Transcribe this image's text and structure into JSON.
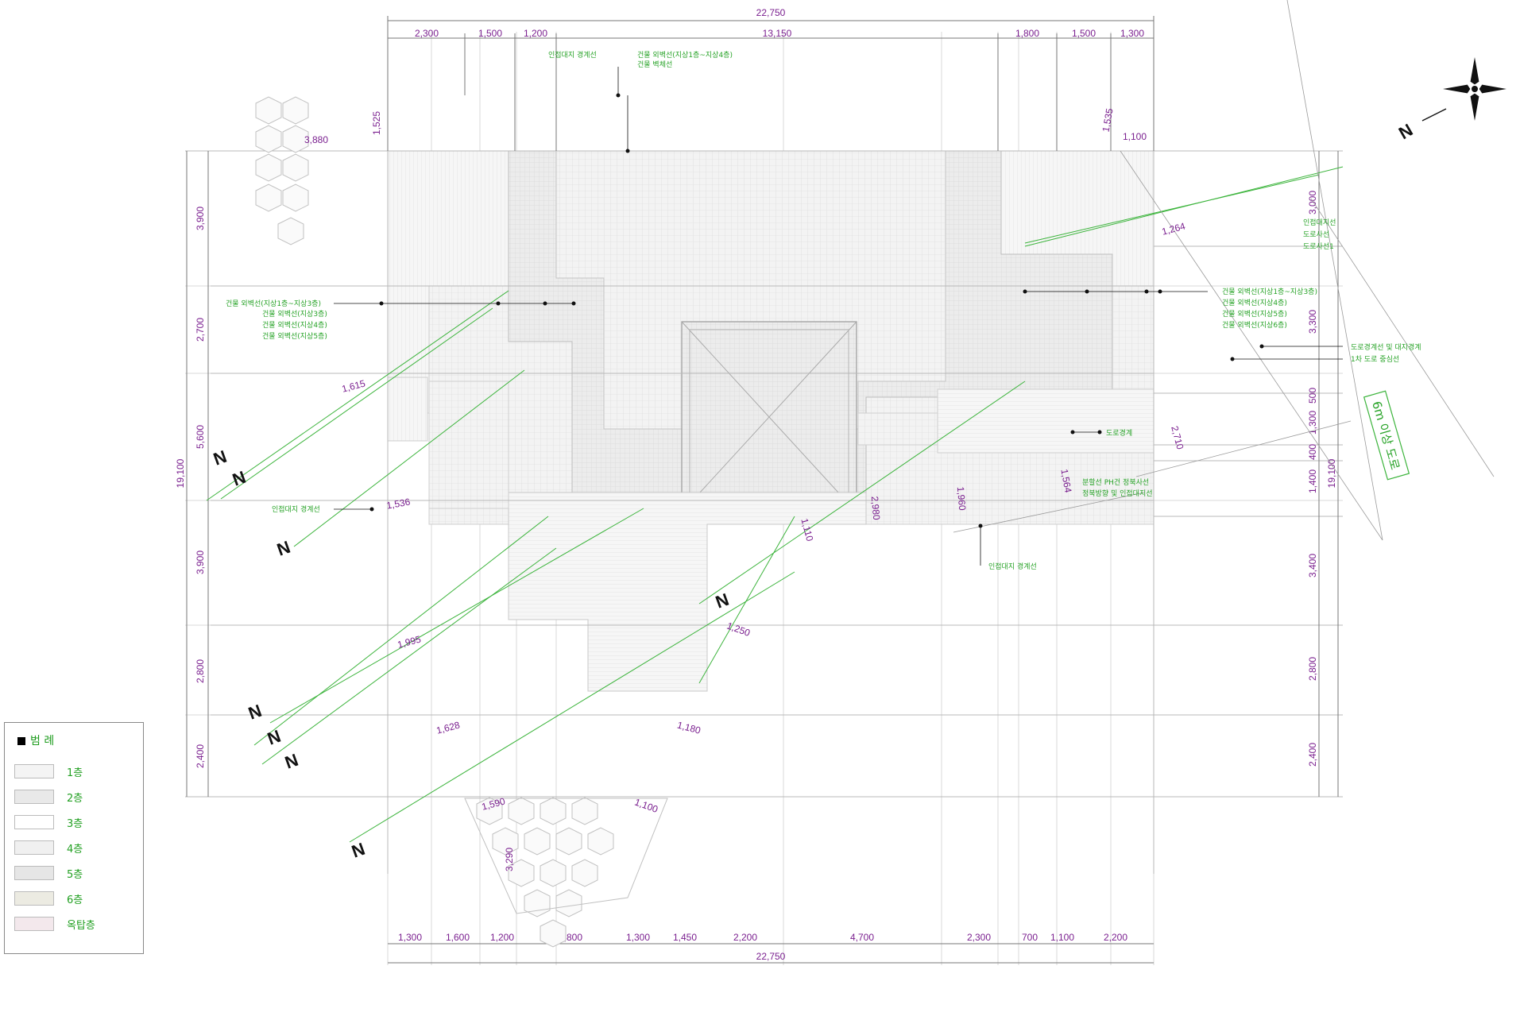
{
  "dimensions": {
    "top_total": "22,750",
    "top_segments": [
      "2,300",
      "1,500",
      "1,200",
      "13,150",
      "1,800",
      "1,500",
      "1,300"
    ],
    "bottom_total": "22,750",
    "bottom_segments": [
      "1,300",
      "1,600",
      "1,200",
      "2,800",
      "1,300",
      "1,450",
      "2,200",
      "4,700",
      "2,300",
      "700",
      "1,100",
      "2,200"
    ],
    "left_total": "19,100",
    "left_segments": [
      "3,900",
      "2,700",
      "5,600",
      "3,900",
      "2,800",
      "2,400"
    ],
    "right_total": "19,100",
    "right_segments": [
      "3,000",
      "3,300",
      "500",
      "1,300",
      "400",
      "1,400",
      "3,400",
      "2,800",
      "2,400"
    ],
    "misc": [
      "1,525",
      "3,880",
      "1,535",
      "1,100",
      "1,264",
      "1,615",
      "1,536",
      "1,995",
      "1,628",
      "1,590",
      "3,290",
      "1,100",
      "1,250",
      "1,180",
      "1,110",
      "2,980",
      "1,960",
      "2,710",
      "1,564"
    ]
  },
  "notes": {
    "top_center": "인접대지 경계선",
    "top_center_a": "건물 외벽선(지상1층~지상4층)",
    "top_center_b": "건물 벽체선",
    "left_group": [
      "건물 외벽선(지상1층~지상3층)",
      "건물 외벽선(지상3층)",
      "건물 외벽선(지상4층)",
      "건물 외벽선(지상5층)"
    ],
    "left_mid": "인접대지 경계선",
    "right_top": [
      "인접대지선",
      "도로사선",
      "도로사선1"
    ],
    "right_group": [
      "건물 외벽선(지상1층~지상3층)",
      "건물 외벽선(지상4층)",
      "건물 외벽선(지상5층)",
      "건물 외벽선(지상6층)"
    ],
    "right_road": [
      "도로경계선 및 대지경계",
      "1차 도로 중심선"
    ],
    "road_label": "6m 이상 도로",
    "right_mid": "도로경계",
    "right_mid2": [
      "분할선 PH건 정북사선",
      "정북방향 및 인접대지선"
    ],
    "right_low": "인접대지 경계선"
  },
  "north_label": "N",
  "legend": {
    "title": "범 례",
    "items": [
      {
        "label": "1층",
        "color": "#f4f4f4"
      },
      {
        "label": "2층",
        "color": "#e9e9e9"
      },
      {
        "label": "3층",
        "color": "#ffffff"
      },
      {
        "label": "4층",
        "color": "#f0f0f0"
      },
      {
        "label": "5층",
        "color": "#e6e6e6"
      },
      {
        "label": "6층",
        "color": "#ecebe2"
      },
      {
        "label": "옥탑층",
        "color": "#f3e8ec"
      }
    ]
  }
}
